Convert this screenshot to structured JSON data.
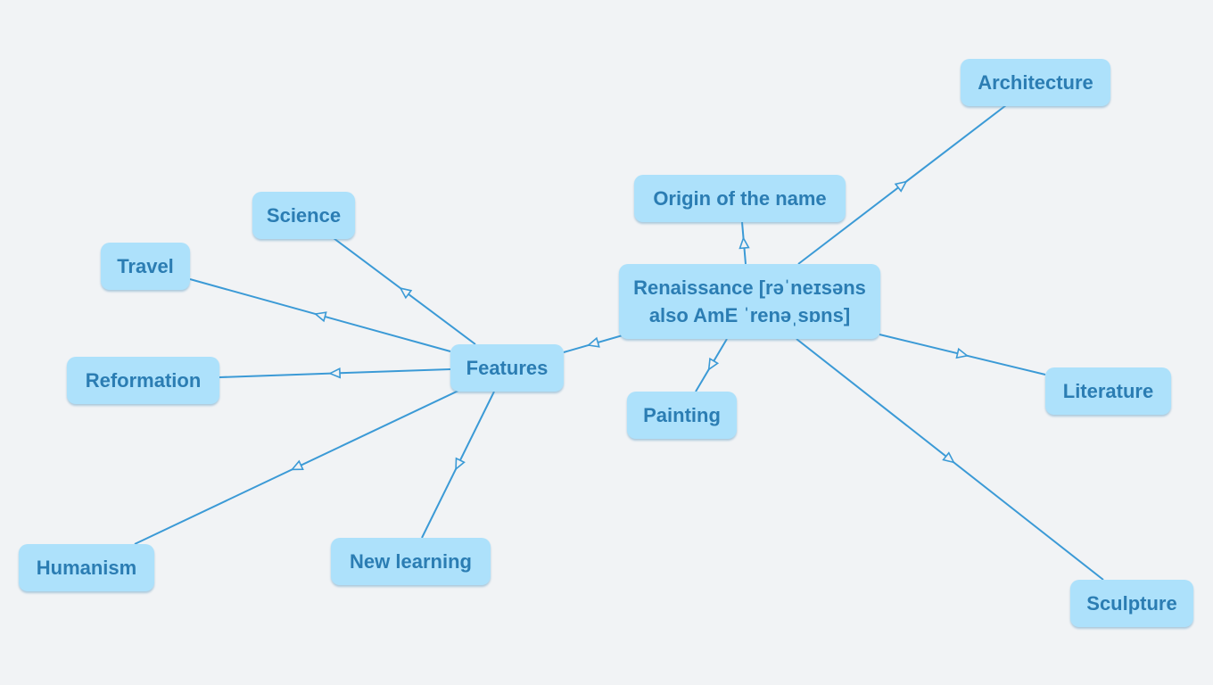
{
  "diagram": {
    "type": "mind-map",
    "colors": {
      "background": "#f1f3f5",
      "node_fill": "#ade1fb",
      "node_text": "#2b7db3",
      "edge": "#3b9ad6"
    },
    "nodes": {
      "center": "Renaissance [rəˈneɪsəns\nalso AmE ˈrenəˌsɒns]",
      "origin": "Origin of the name",
      "architecture": "Architecture",
      "literature": "Literature",
      "sculpture": "Sculpture",
      "painting": "Painting",
      "features": "Features",
      "science": "Science",
      "travel": "Travel",
      "reformation": "Reformation",
      "humanism": "Humanism",
      "newlearning": "New learning"
    },
    "edges": [
      {
        "from": "center",
        "to": "origin"
      },
      {
        "from": "center",
        "to": "architecture"
      },
      {
        "from": "center",
        "to": "literature"
      },
      {
        "from": "center",
        "to": "sculpture"
      },
      {
        "from": "center",
        "to": "painting"
      },
      {
        "from": "center",
        "to": "features"
      },
      {
        "from": "features",
        "to": "science"
      },
      {
        "from": "features",
        "to": "travel"
      },
      {
        "from": "features",
        "to": "reformation"
      },
      {
        "from": "features",
        "to": "humanism"
      },
      {
        "from": "features",
        "to": "newlearning"
      }
    ]
  }
}
